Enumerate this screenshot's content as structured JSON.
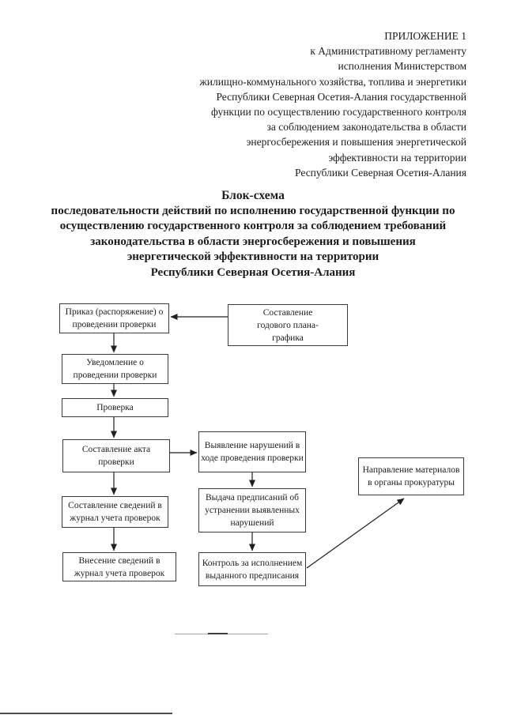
{
  "header": {
    "lines": [
      "ПРИЛОЖЕНИЕ 1",
      "к Административному регламенту",
      "исполнения Министерством",
      "жилищно-коммунального хозяйства, топлива и энергетики",
      "Республики Северная Осетия-Алания государственной",
      "функции по осуществлению государственного контроля",
      "за соблюдением законодательства в области",
      "энергосбережения и повышения энергетической",
      "эффективности на территории",
      "Республики Северная Осетия-Алания"
    ]
  },
  "title": {
    "lines": [
      "Блок-схема",
      "последовательности действий по исполнению государственной функции по",
      "осуществлению государственного контроля за соблюдением требований",
      "законодательства в области энергосбережения и повышения",
      "энергетической эффективности на территории",
      "Республики Северная Осетия-Алания"
    ]
  },
  "flowchart": {
    "boxes": [
      {
        "id": "order",
        "label": "Приказ (распоряжение) о проведении проверки"
      },
      {
        "id": "annual-plan",
        "label": "Составление годового плана-графика"
      },
      {
        "id": "notification",
        "label": "Уведомление о проведении проверки"
      },
      {
        "id": "inspection",
        "label": "Проверка"
      },
      {
        "id": "inspection-act",
        "label": "Составление акта проверки"
      },
      {
        "id": "violations-found",
        "label": "Выявление нарушений в ходе проведения проверки"
      },
      {
        "id": "journal-record",
        "label": "Составление сведений в журнал учета проверок"
      },
      {
        "id": "journal-entry",
        "label": "Внесение сведений в журнал учета проверок"
      },
      {
        "id": "prescriptions",
        "label": "Выдача предписаний об устранении выявленных нарушений"
      },
      {
        "id": "prescription-control",
        "label": "Контроль за исполнением выданного предписания"
      },
      {
        "id": "prosecutor-referral",
        "label": "Направление материалов в органы прокуратуры"
      }
    ],
    "colors": {
      "line": "#1f1f1f",
      "box_border": "#3c3c3c",
      "text": "#1c1c1c",
      "background": "#ffffff"
    }
  }
}
